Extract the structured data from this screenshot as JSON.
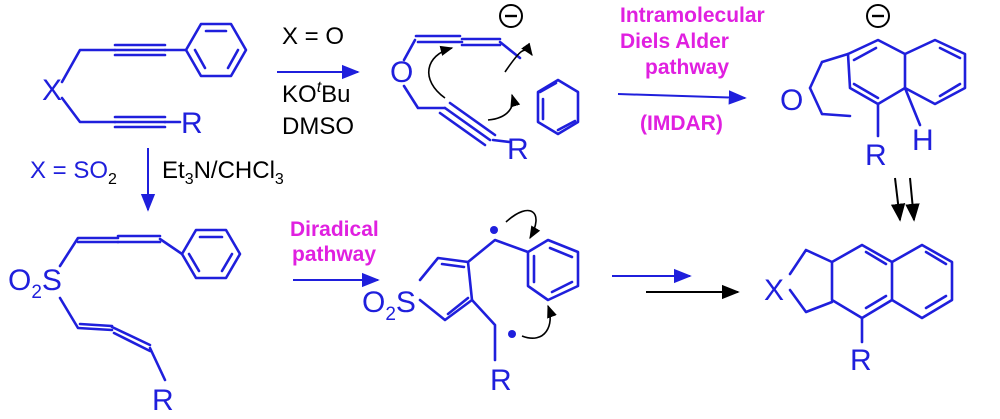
{
  "colors": {
    "structure": "#1f1fdc",
    "pathway": "#e020e0",
    "conditions": "#000000"
  },
  "labels": {
    "x": "X",
    "r": "R",
    "o": "O",
    "h": "H",
    "o2": "O",
    "two": "2",
    "s": "S",
    "minus": "−"
  },
  "conditions": {
    "x_eq_o": "X = O",
    "kotbu_k": "KO",
    "kotbu_t": "t",
    "kotbu_bu": "Bu",
    "dmso": "DMSO",
    "x_eq_so2_prefix": "X = SO",
    "x_eq_so2_sub": "2",
    "et3n_a": "Et",
    "et3n_3": "3",
    "et3n_b": "N/CHCl",
    "et3n_c": "3"
  },
  "pathways": {
    "imdar_line1": "Intramolecular",
    "imdar_line2": "Diels Alder",
    "imdar_line3": "pathway",
    "imdar_abbrev": "(IMDAR)",
    "diradical_line1": "Diradical",
    "diradical_line2": "pathway"
  }
}
